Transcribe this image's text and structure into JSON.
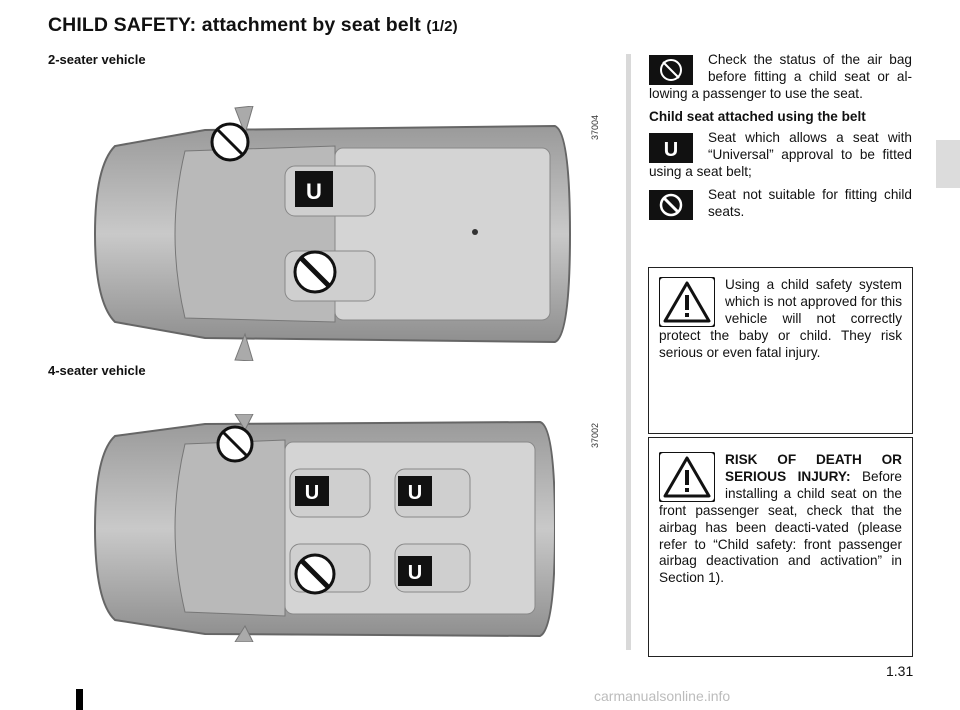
{
  "header": {
    "title": "CHILD SAFETY: attachment by seat belt",
    "title_part": "(1/2)"
  },
  "figures": {
    "two_seater": {
      "label": "2-seater vehicle",
      "ref": "37004"
    },
    "four_seater": {
      "label": "4-seater vehicle",
      "ref": "37002"
    }
  },
  "icons": {
    "airbag": "airbag-warning-icon",
    "universal": "U",
    "not_suitable": "prohibited-icon",
    "warning": "warning-triangle-icon"
  },
  "right": {
    "airbag_check": "Check the status of the air bag before fitting a child seat or al-lowing a passenger to use the seat.",
    "belt_heading": "Child seat attached using the belt",
    "universal_text": "Seat which allows a seat with “Universal” approval to be fitted using a seat belt;",
    "not_suitable_text": "Seat not suitable for fitting child seats."
  },
  "warning1": {
    "text": "Using a child safety system which is not approved for this vehicle will not correctly protect the baby or child. They risk serious or even fatal injury."
  },
  "warning2": {
    "bold": "RISK OF DEATH OR SERIOUS INJURY:",
    "text": " Before installing a child seat on the front passenger seat, check that the airbag has been deacti-vated (please refer to “Child safety: front passenger airbag deactivation and activation” in Section 1)."
  },
  "page": {
    "number": "1.31"
  },
  "watermark": "carmanualsonline.info"
}
